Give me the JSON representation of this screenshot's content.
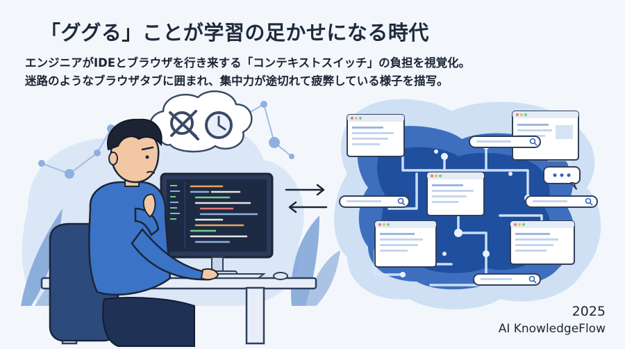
{
  "title": "「ググる」ことが学習の足かせになる時代",
  "subtitle_lines": [
    "エンジニアがIDEとブラウザを行き来する「コンテキストスイッチ」の負担を視覚化。",
    "迷路のようなブラウザタブに囲まれ、集中力が途切れて疲弊している様子を描写。"
  ],
  "footer": {
    "year": "2025",
    "brand": "AI KnowledgeFlow"
  },
  "icons": {
    "thought": [
      "crossed-search-icon",
      "clock-icon"
    ],
    "arrows": [
      "arrow-right-icon",
      "arrow-left-icon"
    ]
  },
  "colors": {
    "background": "#f3f7fc",
    "accent_blue": "#2f63b8",
    "deep_blue": "#1f4f9e",
    "light_blue": "#cfe0f5",
    "shirt_blue": "#3b73c6",
    "monitor_dark": "#1e2a44"
  }
}
